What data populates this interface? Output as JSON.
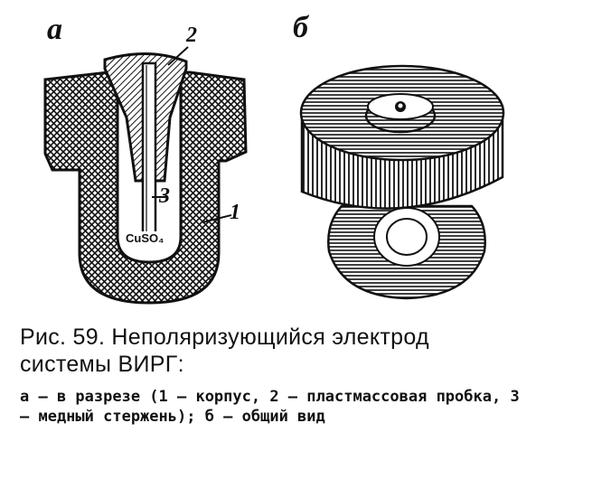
{
  "figure": {
    "panel_a_label": "а",
    "panel_b_label": "б",
    "callout_1": "1",
    "callout_2": "2",
    "callout_3": "3",
    "chem_label": "CuSO₄"
  },
  "caption": {
    "title_line1": "Рис. 59. Неполяризующийся электрод",
    "title_line2": "системы ВИРГ:",
    "body": "а — в разрезе (1 — корпус, 2 — пластмассовая пробка, 3 — медный стержень); б — общий вид"
  }
}
